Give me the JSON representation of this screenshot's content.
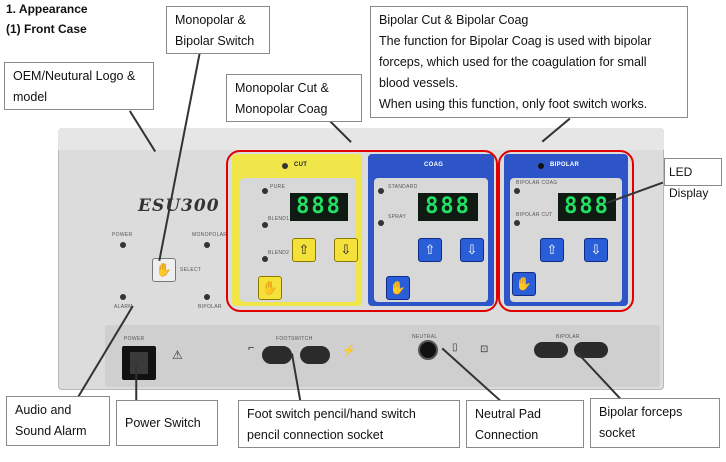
{
  "headings": {
    "section": "1. Appearance",
    "subsection": "(1) Front Case"
  },
  "callouts": {
    "oem_logo": [
      "OEM/Neutural Logo &",
      "model"
    ],
    "mono_bi_switch": [
      "Monopolar &",
      "Bipolar Switch"
    ],
    "mono_cut_coag": [
      "Monopolar Cut &",
      "Monopolar Coag"
    ],
    "bipolar_cut_coag": [
      "Bipolar Cut & Bipolar Coag",
      "The function for Bipolar Coag is used with bipolar",
      "forceps, which used for the coagulation for small",
      "blood vessels.",
      "When using this function, only foot switch works."
    ],
    "led_display": "LED Display",
    "audio_alarm": [
      "Audio and",
      "Sound Alarm"
    ],
    "power_switch": "Power Switch",
    "foot_switch": [
      "Foot switch pencil/hand switch",
      "pencil connection socket"
    ],
    "neutral_pad": [
      "Neutral Pad",
      "Connection"
    ],
    "bipolar_forceps": [
      "Bipolar forceps",
      "socket"
    ]
  },
  "device": {
    "model": "ESU300",
    "labels": {
      "power": "POWER",
      "monopolar": "MONOPOLAR",
      "select": "SELECT",
      "alarm": "ALARM",
      "bipolar": "BIPOLAR",
      "cut": "CUT",
      "coag": "COAG",
      "bipolar_panel": "BIPOLAR",
      "pure": "PURE",
      "blend1": "BLEND1",
      "blend2": "BLEND2",
      "standard": "STANDARD",
      "spray": "SPRAY",
      "bi_coag": "BIPOLAR COAG",
      "bi_cut": "BIPOLAR CUT",
      "power_sw": "POWER",
      "footswitch": "FOOTSWITCH",
      "neutral": "NEUTRAL",
      "bipolar_socket": "BIPOLAR"
    },
    "displays": {
      "cut": "888",
      "coag": "888",
      "bipolar": "888"
    }
  }
}
